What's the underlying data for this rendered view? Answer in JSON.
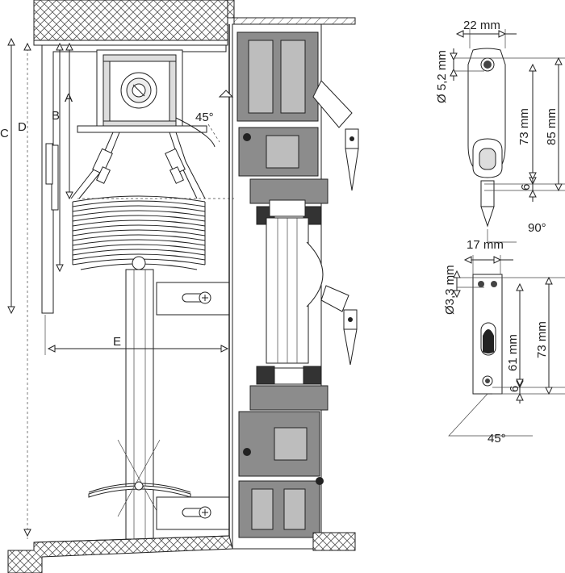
{
  "labels": {
    "A": "A",
    "B": "B",
    "C": "C",
    "D": "D",
    "E": "E",
    "angle_main": "45°"
  },
  "bracket_top": {
    "width": "22 mm",
    "hole_dia": "Ø 5,2 mm",
    "h73": "73 mm",
    "h85": "85 mm",
    "h6": "6",
    "angle": "90°"
  },
  "bracket_bottom": {
    "width": "17 mm",
    "hole_dia": "Ø3,3 mm",
    "h61": "61 mm",
    "h73": "73 mm",
    "h6": "6",
    "angle": "45°"
  }
}
